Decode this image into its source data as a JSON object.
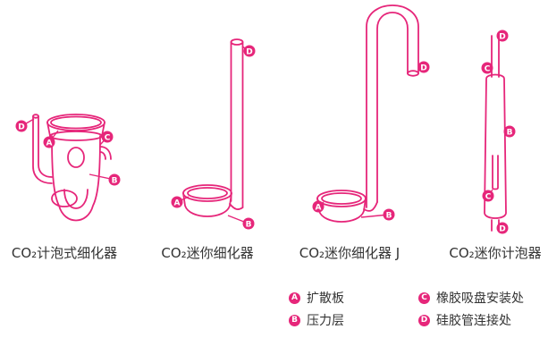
{
  "colors": {
    "accent": "#e6267a",
    "text": "#333333"
  },
  "products": [
    {
      "name": "CO₂计泡式细化器"
    },
    {
      "name": "CO₂迷你细化器"
    },
    {
      "name": "CO₂迷你细化器 J"
    },
    {
      "name": "CO₂迷你计泡器"
    }
  ],
  "badges": {
    "a": "A",
    "b": "B",
    "c": "C",
    "d": "D"
  },
  "legend": [
    {
      "badge": "A",
      "text": "扩散板"
    },
    {
      "badge": "B",
      "text": "压力层"
    },
    {
      "badge": "C",
      "text": "橡胶吸盘安装处"
    },
    {
      "badge": "D",
      "text": "硅胶管连接处"
    }
  ]
}
